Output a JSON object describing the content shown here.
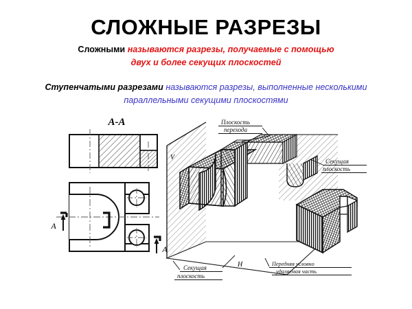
{
  "slide": {
    "title": "СЛОЖНЫЕ РАЗРЕЗЫ",
    "paragraph_1": {
      "lead": "Сложными",
      "rest": "называются разрезы, получаемые с помощью"
    },
    "paragraph_2": {
      "rest": "двух и более секущих плоскостей"
    },
    "paragraph_3": {
      "lead": "Ступенчатыми разрезами",
      "rest": "называются разрезы, выполненные     несколькими"
    },
    "paragraph_4": {
      "rest": "параллельными секущими плоскостями"
    },
    "colors": {
      "red": "#e11414",
      "blue": "#3a34c4",
      "black": "#000000",
      "paper": "#ffffff"
    }
  },
  "drawing": {
    "section_view_label": "A-A",
    "plan_marks": {
      "left_arrow_label": "A",
      "right_arrow_label": "A"
    },
    "axis_marks": {
      "vertical_plane": "V",
      "horizontal_plane": "H"
    },
    "callouts": [
      {
        "id": "transition-plane",
        "line_1": "Плоскость",
        "line_2": "перехода"
      },
      {
        "id": "cutting-plane-right",
        "line_1": "Секущая",
        "line_2": "плоскость"
      },
      {
        "id": "cutting-plane-bottom",
        "line_1": "Секущая",
        "line_2": "плоскость"
      },
      {
        "id": "front-removed-part",
        "line_1": "Передняя  условно",
        "line_2": "удаляемая  часть"
      }
    ]
  }
}
